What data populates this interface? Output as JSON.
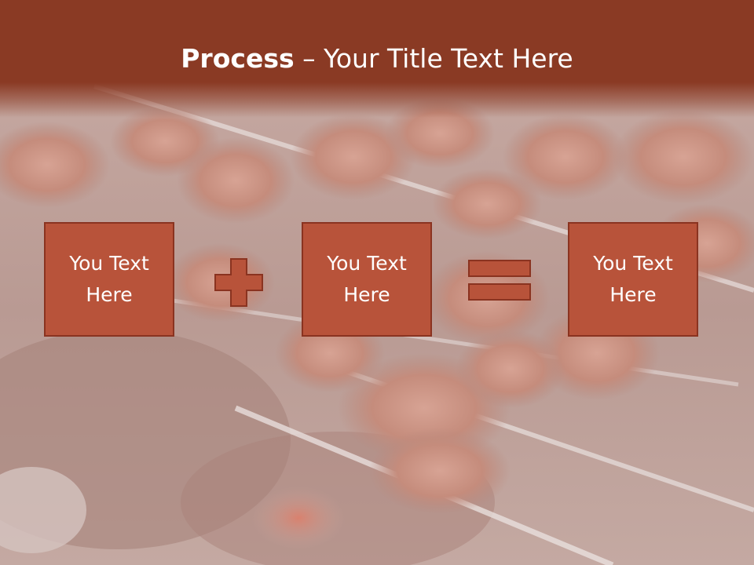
{
  "slide": {
    "title_bold": "Process",
    "title_rest": " – Your Title Text Here"
  },
  "process": {
    "steps": [
      {
        "label": "You Text Here"
      },
      {
        "label": "You Text Here"
      },
      {
        "label": "You Text Here"
      }
    ],
    "operators": [
      "plus-icon",
      "equals-icon"
    ]
  },
  "colors": {
    "header": "#8a3a24",
    "box_fill": "#b8533a",
    "box_border": "#8a3320",
    "text": "#ffffff"
  }
}
